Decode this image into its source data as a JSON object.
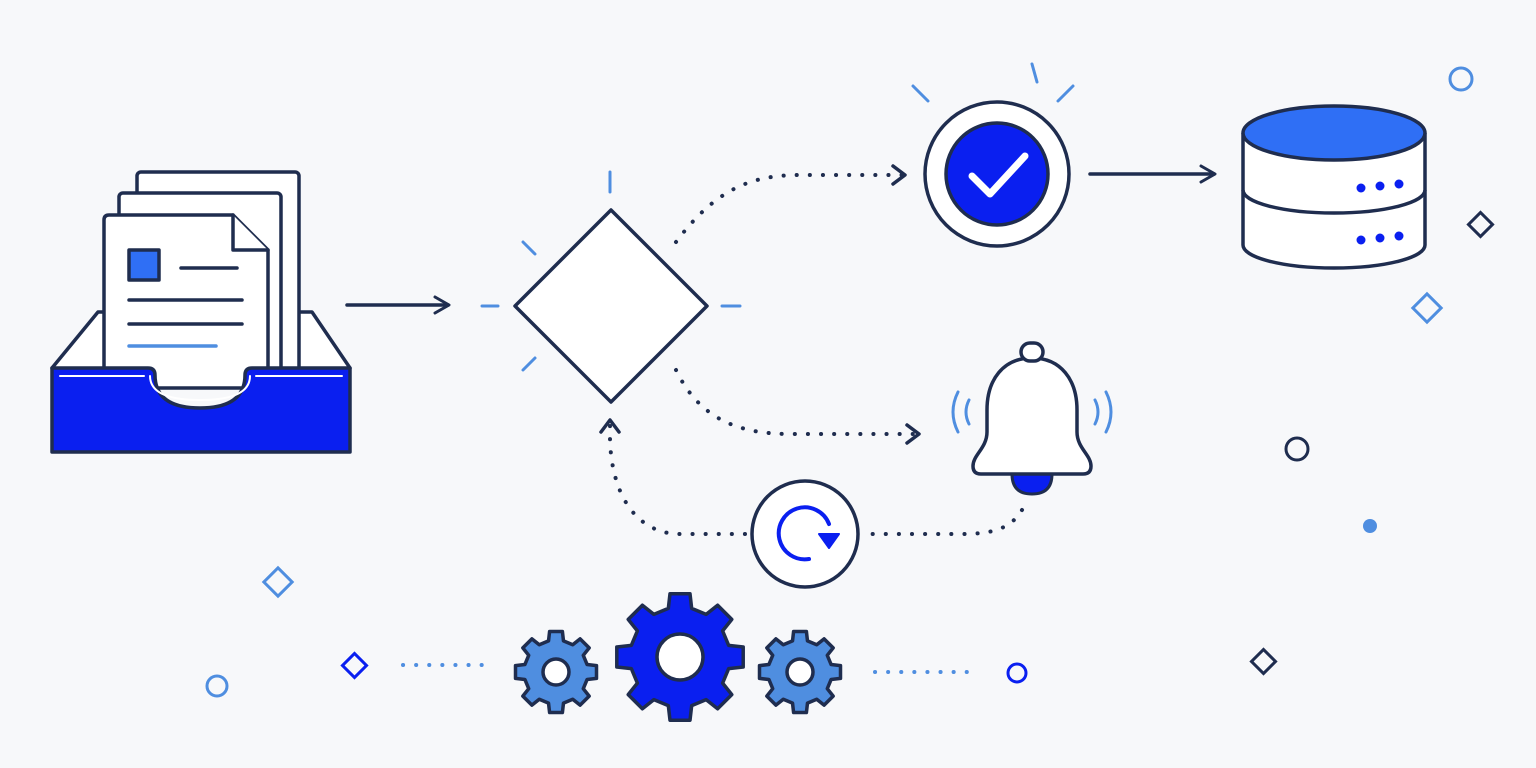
{
  "colors": {
    "background": "#f7f8fa",
    "navy": "#1f2d4f",
    "primary_blue": "#0a1ff0",
    "medium_blue": "#2f6ff5",
    "light_blue": "#4f8ee0",
    "white": "#ffffff"
  },
  "diagram": {
    "nodes": [
      {
        "id": "inbox",
        "icon": "document-inbox-icon"
      },
      {
        "id": "decision",
        "icon": "decision-diamond-icon"
      },
      {
        "id": "approved",
        "icon": "check-circle-icon"
      },
      {
        "id": "database",
        "icon": "database-icon"
      },
      {
        "id": "notification",
        "icon": "bell-icon"
      },
      {
        "id": "retry",
        "icon": "refresh-icon"
      },
      {
        "id": "gear-small-left",
        "icon": "gear-icon"
      },
      {
        "id": "gear-large",
        "icon": "gear-icon"
      },
      {
        "id": "gear-small-right",
        "icon": "gear-icon"
      }
    ],
    "edges": [
      {
        "from": "inbox",
        "to": "decision",
        "style": "solid"
      },
      {
        "from": "decision",
        "to": "approved",
        "style": "dotted"
      },
      {
        "from": "approved",
        "to": "database",
        "style": "solid"
      },
      {
        "from": "decision",
        "to": "notification",
        "style": "dotted"
      },
      {
        "from": "notification",
        "to": "retry",
        "style": "dotted"
      },
      {
        "from": "retry",
        "to": "decision",
        "style": "dotted"
      }
    ]
  }
}
